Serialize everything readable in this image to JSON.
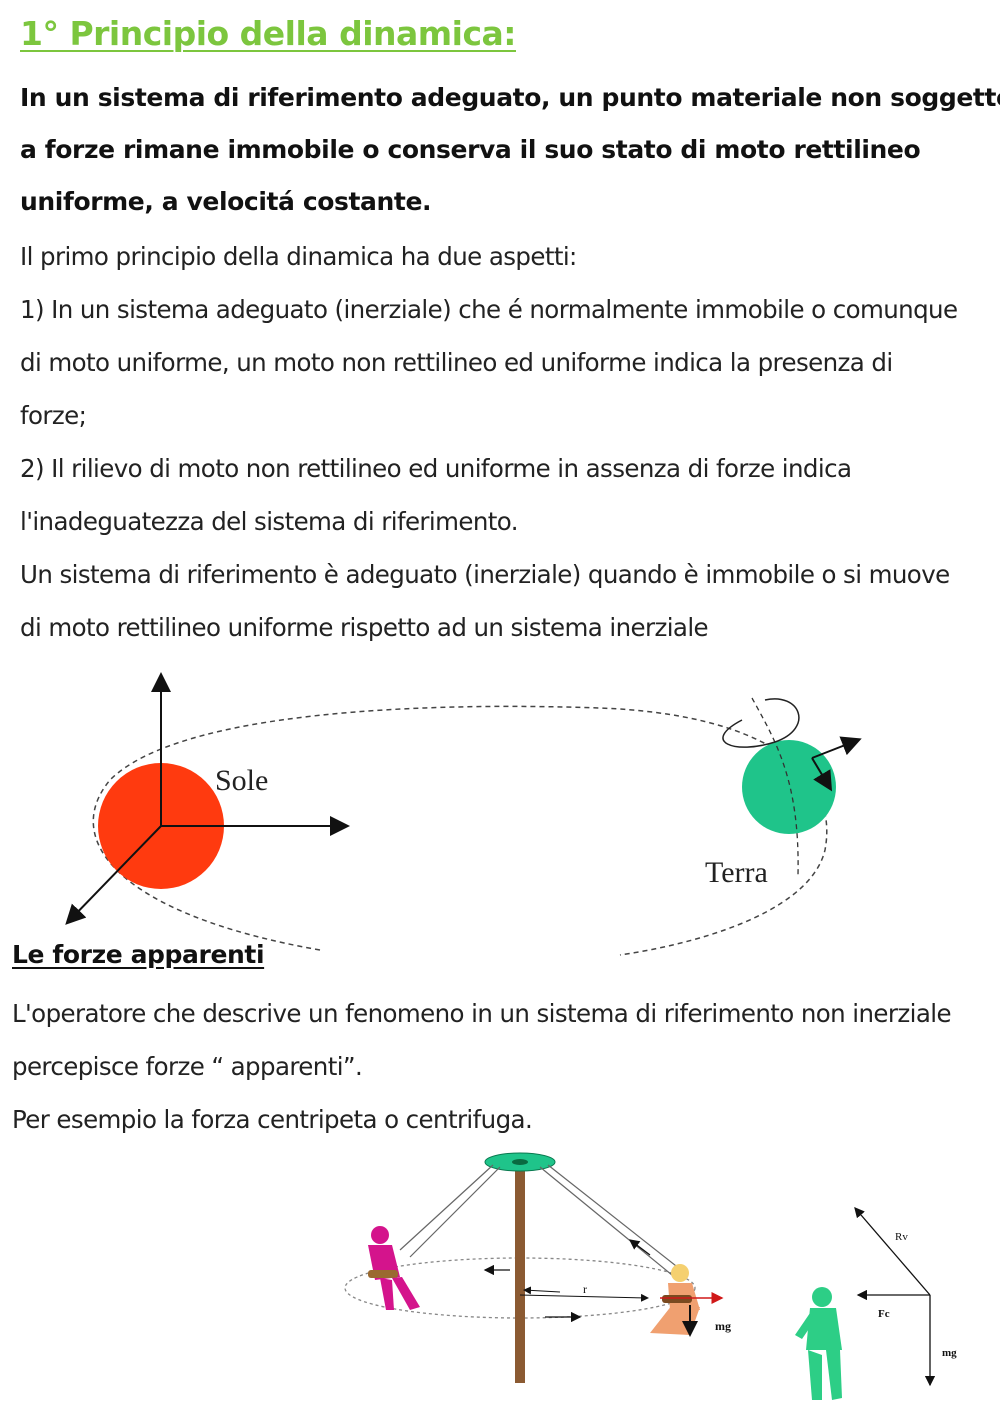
{
  "title": "1° Principio della dinamica:",
  "definition_lines": [
    "In un sistema di riferimento adeguato, un punto materiale non soggetto",
    "a forze rimane immobile o conserva il suo stato di moto rettilineo",
    "uniforme, a velocitá costante."
  ],
  "body_lines": [
    "Il primo principio della dinamica ha due aspetti:",
    "1) In un sistema adeguato (inerziale) che é normalmente immobile o comunque",
    "di moto uniforme, un moto non rettilineo ed uniforme indica la presenza di",
    "forze;",
    "2) Il rilievo di moto non rettilineo ed uniforme in assenza di forze indica",
    "l'inadeguatezza del sistema di riferimento.",
    "Un sistema di riferimento è adeguato (inerziale) quando è immobile o si muove",
    "di moto rettilineo uniforme rispetto ad un sistema inerziale"
  ],
  "orbit_diagram": {
    "sun_label": "Sole",
    "earth_label": "Terra",
    "sun_color": "#ff3a0f",
    "earth_color": "#1fc48a"
  },
  "apparent_forces": {
    "heading": "Le forze apparenti",
    "lines": [
      "L'operatore che descrive un fenomeno in un sistema di riferimento non inerziale",
      "percepisce forze “ apparenti”.",
      "Per esempio la forza centripeta o centrifuga."
    ]
  },
  "carousel_diagram": {
    "radius_label": "r",
    "weight_label": "mg",
    "vector_labels": {
      "rv": "Rv",
      "fc": "Fc",
      "mg": "mg"
    },
    "pole_color": "#8b5a32",
    "disc_color": "#1fc48a",
    "rider1_color": "#d4148c",
    "rider2_color": "#f0a070",
    "observer_color": "#2dce86"
  }
}
